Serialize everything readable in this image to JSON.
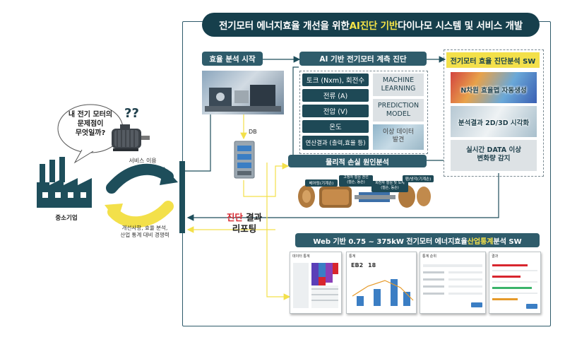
{
  "title": {
    "prefix": "전기모터 에너지효율 개선을 위한 ",
    "highlight": "AI진단 기반",
    "suffix": " 다이나모 시스템 및 서비스 개발"
  },
  "left": {
    "question": "내 전기 모터의\n문제점이\n무엇일까?",
    "qmarks": "??",
    "company_label": "중소기업",
    "service_label": "서비스 이용",
    "feedback_label": "개선사항, 효율 분석,\n산업 통계 대비 경쟁력"
  },
  "efficiency": {
    "label": "효율 분석 시작",
    "db_label": "DB"
  },
  "ai_diag": {
    "label": "AI 기반 전기모터 계측 진단",
    "items": [
      "토크 (Nxm), 회전수",
      "전류 (A)",
      "전압 (V)",
      "온도",
      "연산결과 (출력,효율 등)"
    ],
    "ml": "MACHINE\nLEARNING",
    "pm": "PREDICTION\nMODEL",
    "anomaly": "이상 데이터\n발견"
  },
  "sw": {
    "label": "전기모터 효율 진단분석 SW",
    "panels": [
      "N차원 효율맵 자동생성",
      "분석결과 2D/3D 시각화",
      "실시간 DATA 이상\n변화량 감지"
    ]
  },
  "physical": {
    "label": "물리적 손실 원인분석",
    "parts": [
      "베어링(기계손)",
      "고정자 철심 권선\n(철손, 동손)",
      "회전자 철심 및 도체\n(철손, 동손)",
      "팬/냉각(기계손)"
    ]
  },
  "report": {
    "highlight": "진단",
    "line1_rest": " 결과",
    "line2": "리포팅"
  },
  "web": {
    "prefix": "Web 기반 0.75 ~ 375kW 전기모터 에너지효율 ",
    "highlight": "산업통계",
    "suffix": " 분석 SW",
    "screens": {
      "s1_title": "데이터 통계",
      "s2_title": "통계",
      "s2_val1": "EB2",
      "s2_val2": "18",
      "s3_title": "통계 순위",
      "s4_title": "결과"
    }
  },
  "colors": {
    "dark": "#163f4c",
    "mid": "#2f5c6b",
    "yellow": "#f3e04a",
    "red": "#d8262e",
    "arrow": "#1e4e5b"
  }
}
